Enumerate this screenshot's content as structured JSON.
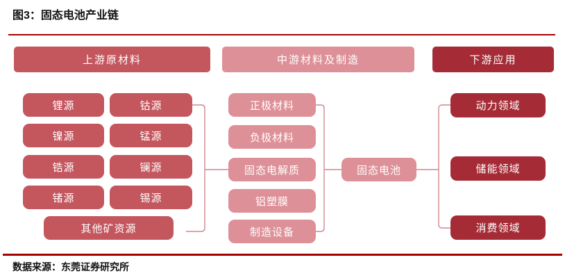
{
  "figure": {
    "title": "图3：固态电池产业链",
    "source": "数据来源：东莞证券研究所"
  },
  "colors": {
    "rule": "#a30000",
    "upstream_box": "#c4565e",
    "midstream_box": "#dd9097",
    "downstream_box": "#a52c37",
    "connector": "#cf868d",
    "box_text": "#ffffff"
  },
  "headers": [
    {
      "label": "上游原材料"
    },
    {
      "label": "中游材料及制造"
    },
    {
      "label": "下游应用"
    }
  ],
  "upstream": {
    "grid": [
      [
        "锂源",
        "钴源"
      ],
      [
        "镍源",
        "锰源"
      ],
      [
        "锆源",
        "镧源"
      ],
      [
        "锗源",
        "锡源"
      ]
    ],
    "wide": "其他矿资源"
  },
  "midstream": {
    "items": [
      "正极材料",
      "负极材料",
      "固态电解质",
      "铝塑膜",
      "制造设备"
    ],
    "product": "固态电池"
  },
  "downstream": {
    "items": [
      "动力领域",
      "储能领域",
      "消费领域"
    ]
  }
}
